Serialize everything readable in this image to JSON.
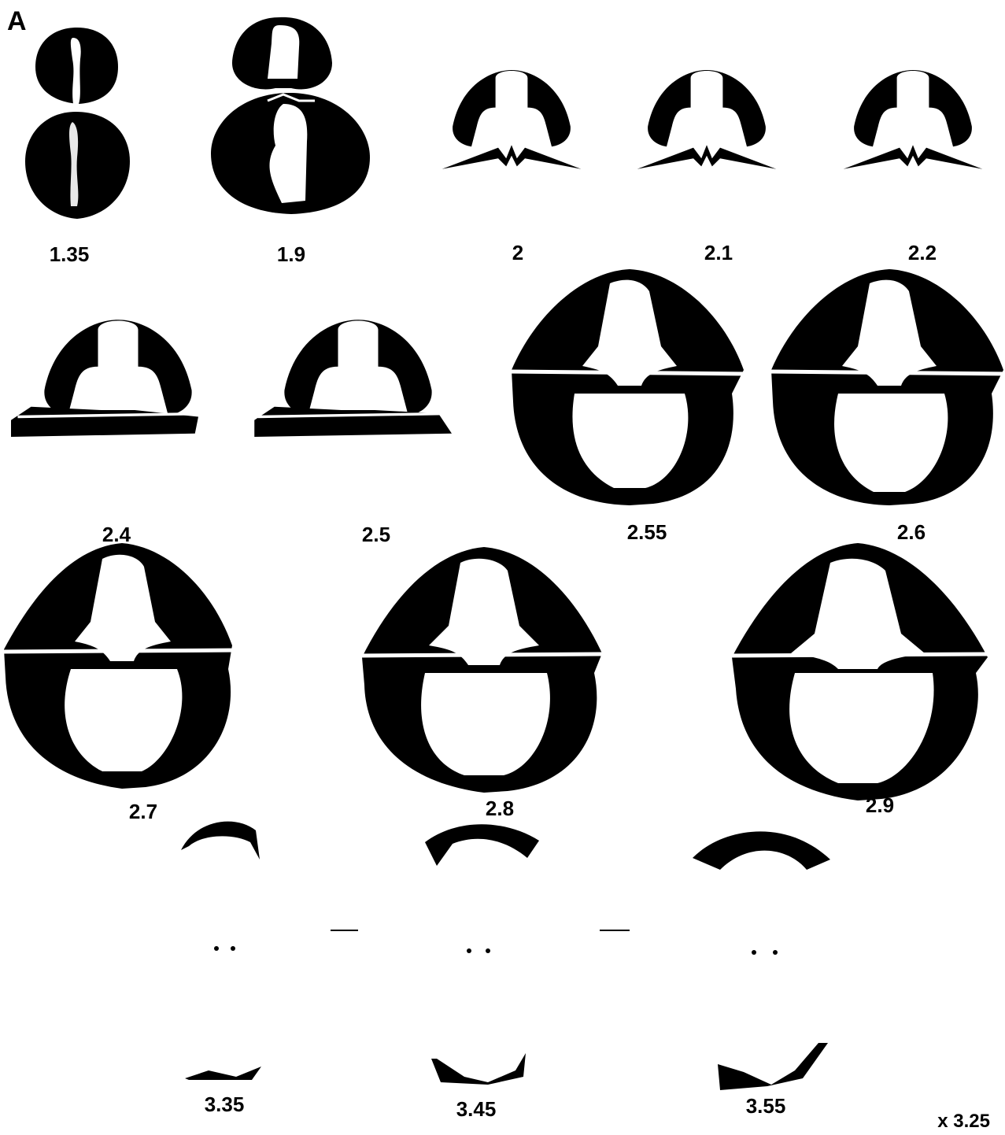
{
  "panel_letter": "A",
  "magnification": "x 3.25",
  "ink_color": "#000000",
  "sections": [
    {
      "label": "1.35",
      "shape": "dumbbell-small"
    },
    {
      "label": "1.9",
      "shape": "dumbbell-large"
    },
    {
      "label": "2",
      "shape": "cap-with-hooks"
    },
    {
      "label": "2.1",
      "shape": "cap-with-hooks"
    },
    {
      "label": "2.2",
      "shape": "cap-with-hooks"
    },
    {
      "label": "2.4",
      "shape": "cap-with-band"
    },
    {
      "label": "2.5",
      "shape": "cap-with-band"
    },
    {
      "label": "2.55",
      "shape": "ring"
    },
    {
      "label": "2.6",
      "shape": "ring"
    },
    {
      "label": "2.7",
      "shape": "ring"
    },
    {
      "label": "2.8",
      "shape": "ring"
    },
    {
      "label": "2.9",
      "shape": "ring"
    },
    {
      "label": "3.35",
      "shape": "fragments"
    },
    {
      "label": "3.45",
      "shape": "fragments"
    },
    {
      "label": "3.55",
      "shape": "fragments"
    }
  ]
}
